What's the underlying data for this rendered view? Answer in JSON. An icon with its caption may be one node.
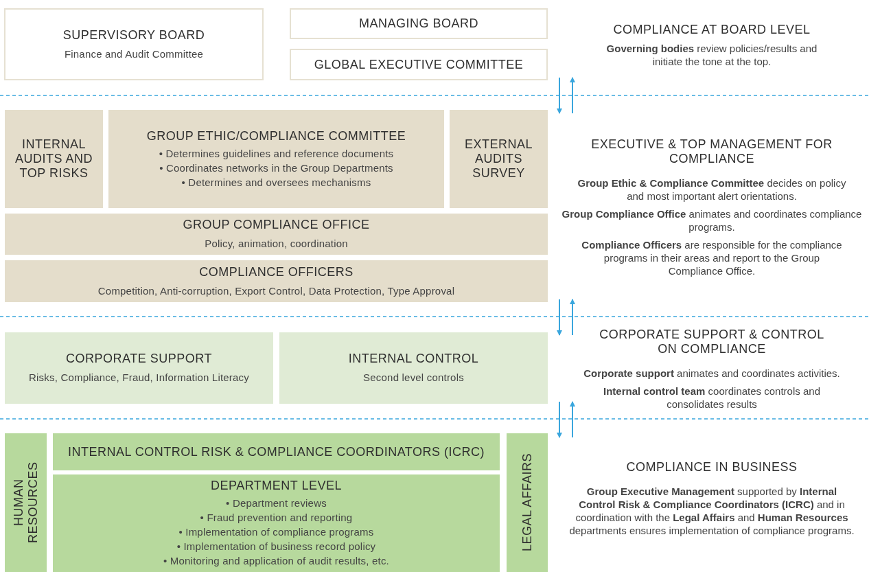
{
  "diagram": {
    "nodes": [
      {
        "text": [
          "SUPERVISORY BOARD",
          "Finance and Audit Committee"
        ]
      },
      {
        "text": [
          "MANAGING BOARD"
        ]
      },
      {
        "text": [
          "GLOBAL EXECUTIVE COMMITTEE"
        ]
      },
      {
        "text": [
          "INTERNAL AUDITS AND TOP RISKS"
        ]
      },
      {
        "text": [
          "GROUP ETHIC/COMPLIANCE COMMITTEE",
          "• Determines guidelines and reference documents",
          "• Coordinates networks in the Group Departments",
          "• Determines and oversees mechanisms"
        ]
      },
      {
        "text": [
          "EXTERNAL AUDITS SURVEY"
        ]
      },
      {
        "text": [
          "GROUP COMPLIANCE OFFICE",
          "Policy, animation, coordination"
        ]
      },
      {
        "text": [
          "COMPLIANCE OFFICERS",
          "Competition, Anti-corruption, Export Control, Data Protection, Type Approval"
        ]
      },
      {
        "text": [
          "CORPORATE SUPPORT",
          "Risks, Compliance, Fraud, Information Literacy"
        ]
      },
      {
        "text": [
          "INTERNAL CONTROL",
          "Second level controls"
        ]
      },
      {
        "text": [
          "HUMAN RESOURCES"
        ]
      },
      {
        "text": [
          "INTERNAL CONTROL RISK & COMPLIANCE COORDINATORS (ICRC)"
        ]
      },
      {
        "text": [
          "DEPARTMENT LEVEL",
          "• Department reviews",
          "• Fraud prevention and reporting",
          "• Implementation of compliance programs",
          "• Implementation of business record policy",
          "• Monitoring and application of audit results, etc."
        ]
      },
      {
        "text": [
          "LEGAL AFFAIRS"
        ]
      }
    ],
    "labels": [
      "COMPLIANCE AT BOARD LEVEL",
      "**Governing bodies** review policies/results and initiate the tone at the top.",
      "EXECUTIVE & TOP MANAGEMENT FOR COMPLIANCE",
      "**Group Ethic & Compliance Committee** decides on policy and most important alert orientations.",
      "**Group Compliance Office** animates and coordinates compliance programs.",
      "**Compliance Officers** are responsible for the compliance programs in their areas and report to the Group Compliance Office.",
      "CORPORATE SUPPORT & CONTROL ON COMPLIANCE",
      "**Corporate support** animates and coordinates activities.",
      "**Internal control team** coordinates controls and consolidates results",
      "COMPLIANCE IN BUSINESS",
      "**Group Executive Management** supported by **Internal Control Risk & Compliance Coordinators (ICRC)** and in coordination with the **Legal Affairs** and **Human Resources** departments ensures implementation of compliance programs."
    ]
  }
}
